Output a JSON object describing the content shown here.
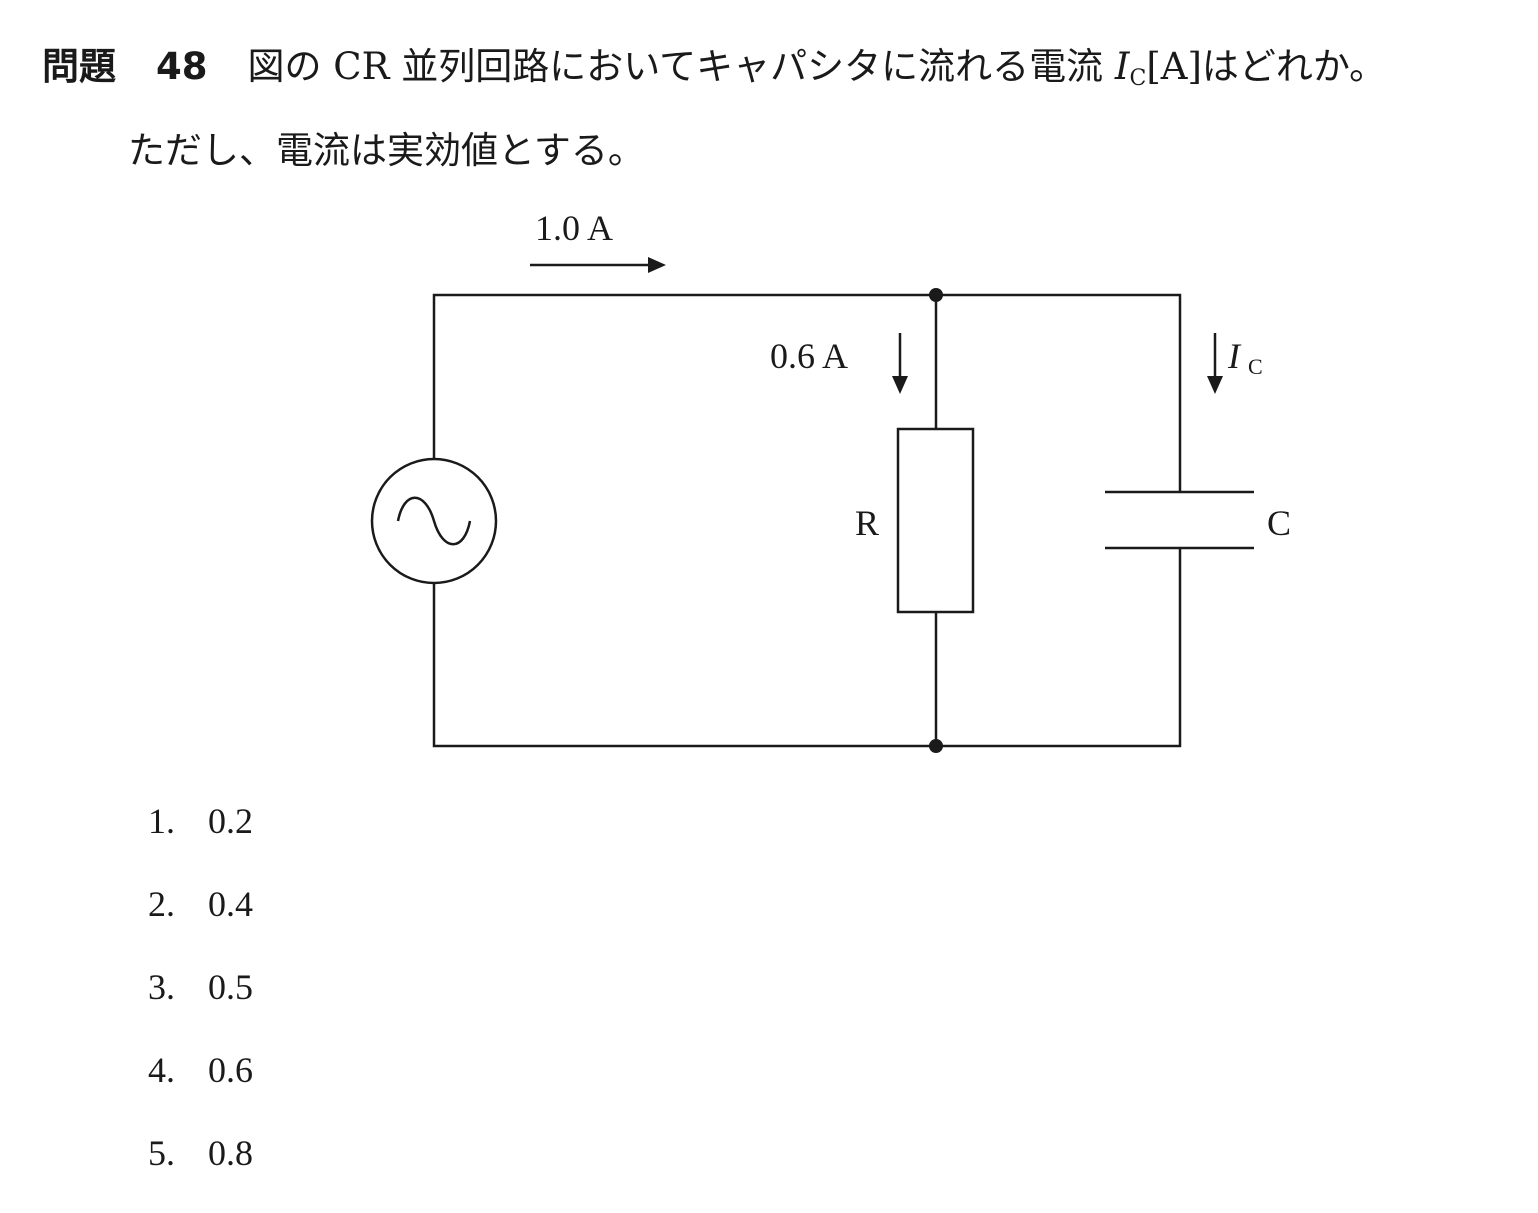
{
  "question": {
    "label": "問題",
    "number": "48",
    "text_before": "図の CR 並列回路においてキャパシタに流れる電流 ",
    "symbol": "I",
    "symbol_sub": "C",
    "text_after": "[A]はどれか。",
    "line2": "ただし、電流は実効値とする。"
  },
  "diagram": {
    "total_current": "1.0 A",
    "resistor_current": "0.6 A",
    "cap_current_symbol": "I",
    "cap_current_sub": "C",
    "resistor_label": "R",
    "capacitor_label": "C",
    "source_icon": "ac-source-icon"
  },
  "choices": [
    {
      "num": "1.",
      "value": "0.2"
    },
    {
      "num": "2.",
      "value": "0.4"
    },
    {
      "num": "3.",
      "value": "0.5"
    },
    {
      "num": "4.",
      "value": "0.6"
    },
    {
      "num": "5.",
      "value": "0.8"
    }
  ]
}
